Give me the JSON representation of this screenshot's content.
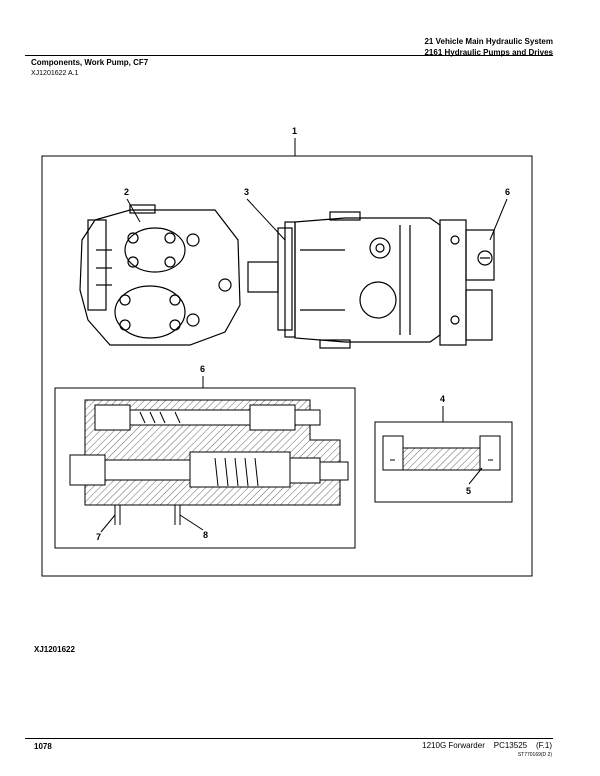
{
  "header": {
    "line1": "21 Vehicle Main Hydraulic System",
    "line2": "2161 Hydraulic Pumps and Drives"
  },
  "section": {
    "title": "Components, Work Pump, CF7",
    "ref": "XJ1201622 A.1"
  },
  "figure": {
    "id": "XJ1201622",
    "callouts": [
      "1",
      "2",
      "3",
      "6",
      "6",
      "4",
      "5",
      "7",
      "8"
    ]
  },
  "footer": {
    "page": "1078",
    "model": "1210G Forwarder    PC13525    (F.1)",
    "code": "ST770169(D 2)"
  }
}
